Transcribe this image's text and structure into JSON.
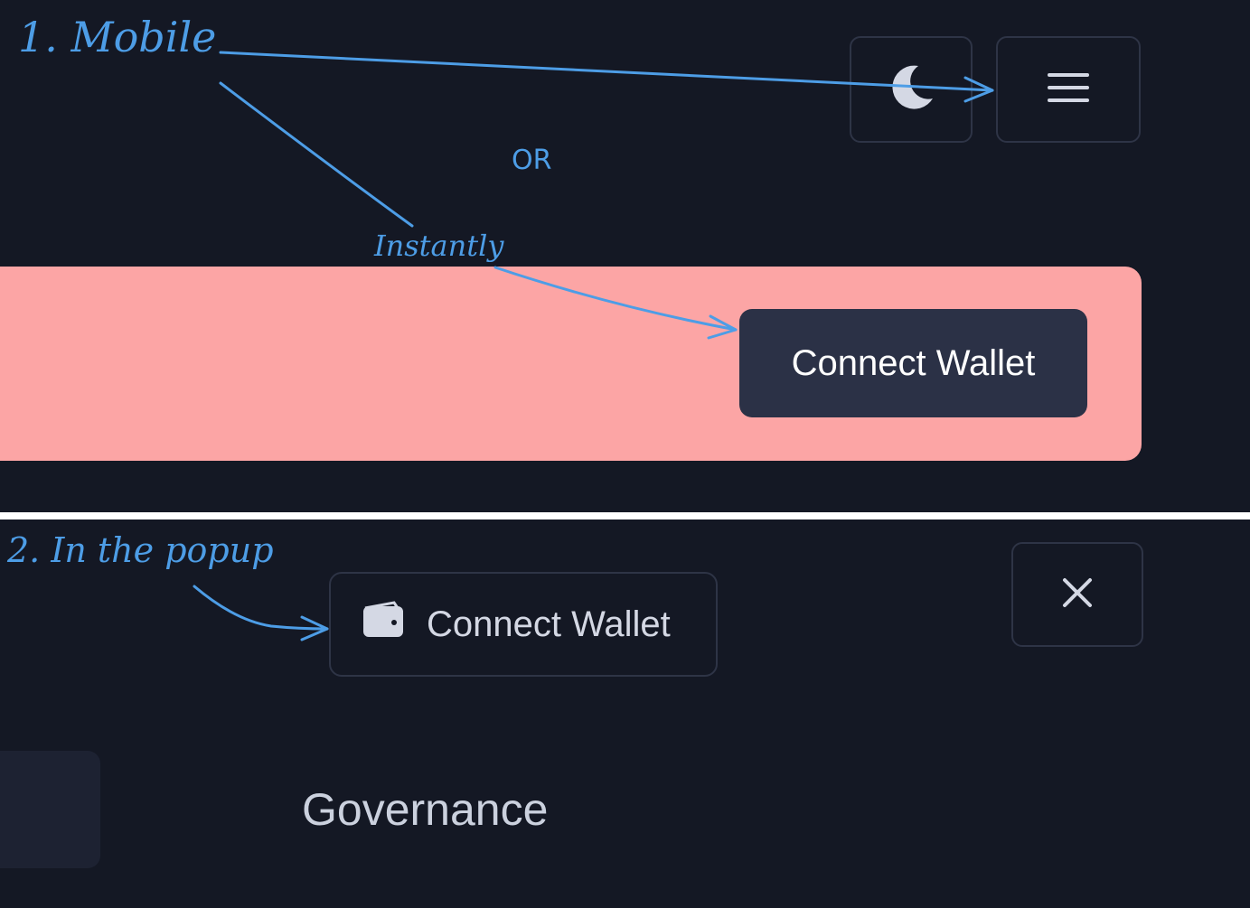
{
  "annotations": {
    "step1": "1. Mobile",
    "or": "OR",
    "instantly": "Instantly",
    "step2": "2. In the popup"
  },
  "header": {
    "theme_icon": "moon-icon",
    "menu_icon": "hamburger-menu-icon"
  },
  "banner": {
    "connect_label": "Connect Wallet"
  },
  "popup": {
    "connect_label": "Connect Wallet",
    "wallet_icon": "wallet-icon",
    "close_icon": "close-icon",
    "nav_item": "Governance"
  },
  "colors": {
    "background": "#141824",
    "banner": "#fca5a5",
    "button": "#2b3146",
    "annotation": "#4d9de6"
  }
}
